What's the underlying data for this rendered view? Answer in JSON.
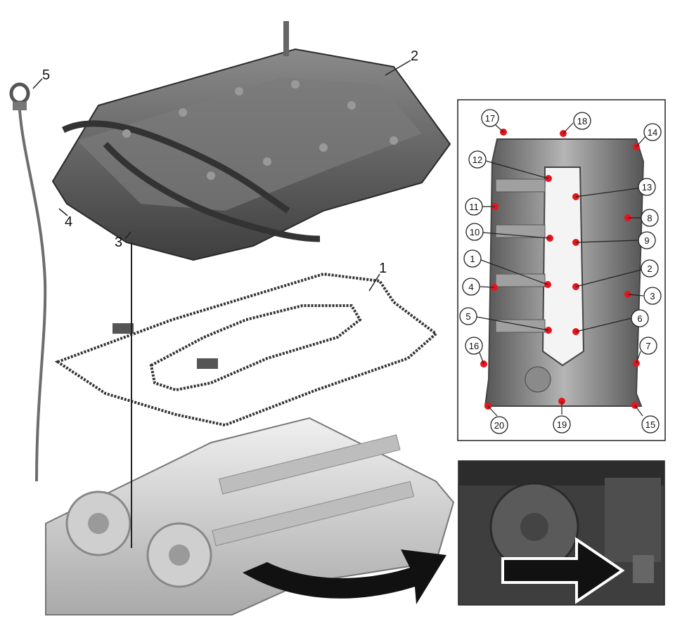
{
  "main_callouts": [
    {
      "id": "c1",
      "label": "1"
    },
    {
      "id": "c2",
      "label": "2"
    },
    {
      "id": "c3",
      "label": "3"
    },
    {
      "id": "c4",
      "label": "4"
    },
    {
      "id": "c5",
      "label": "5"
    }
  ],
  "bolt_sequence": [
    "1",
    "2",
    "3",
    "4",
    "5",
    "6",
    "7",
    "8",
    "9",
    "10",
    "11",
    "12",
    "13",
    "14",
    "15",
    "16",
    "17",
    "18",
    "19",
    "20"
  ],
  "colors": {
    "bolt_marker": "#e8141c",
    "metal_dark": "#5a5a5a",
    "metal_light": "#d4d4d4",
    "line": "#111111"
  },
  "icons": [
    "valve-cover",
    "oil-dipstick",
    "cover-gasket",
    "cylinder-head",
    "curved-arrow",
    "detail-arrow"
  ]
}
